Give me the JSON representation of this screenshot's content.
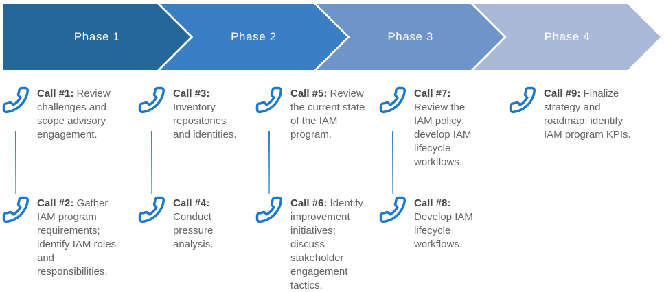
{
  "phases": [
    {
      "label": "Phase 1",
      "color": "#266799"
    },
    {
      "label": "Phase 2",
      "color": "#3a7ec6"
    },
    {
      "label": "Phase 3",
      "color": "#6f94c9"
    },
    {
      "label": "Phase 4",
      "color": "#a9b9d7"
    }
  ],
  "columns": [
    {
      "phase": "Phase 1",
      "calls": [
        {
          "title": "Call #1:",
          "text": "Review challenges and scope advisory engagement."
        },
        {
          "title": "Call #2:",
          "text": "Gather IAM program requirements; identify IAM roles and responsibilities."
        }
      ]
    },
    {
      "phase": "Phase 1",
      "calls": [
        {
          "title": "Call #3:",
          "text": "Inventory repositories and identities."
        },
        {
          "title": "Call #4:",
          "text": "Conduct pressure analysis."
        }
      ]
    },
    {
      "phase": "Phase 2",
      "calls": [
        {
          "title": "Call #5:",
          "text": "Review the current state of the IAM program."
        },
        {
          "title": "Call #6:",
          "text": "Identify improvement initiatives; discuss stakeholder engagement tactics."
        }
      ]
    },
    {
      "phase": "Phase 3",
      "calls": [
        {
          "title": "Call #7:",
          "text": "Review the IAM policy; develop IAM lifecycle workflows."
        },
        {
          "title": "Call #8:",
          "text": "Develop IAM lifecycle workflows."
        }
      ]
    },
    {
      "phase": "Phase 4",
      "calls": [
        {
          "title": "Call #9:",
          "text": "Finalize strategy and roadmap; identify IAM program KPIs."
        }
      ]
    }
  ],
  "icons": {
    "phone": "phone-handset-icon"
  },
  "colors": {
    "phase_1": "#266799",
    "phase_2": "#3a7ec6",
    "phase_3": "#6f94c9",
    "phase_4": "#a9b9d7",
    "phone_icon": "#1e78c8",
    "connector_top": "#2e7cc9",
    "connector_bottom": "#7fb0e2",
    "text_regular": "#636363",
    "text_bold": "#474747",
    "phase_label_text": "#ffffff"
  }
}
